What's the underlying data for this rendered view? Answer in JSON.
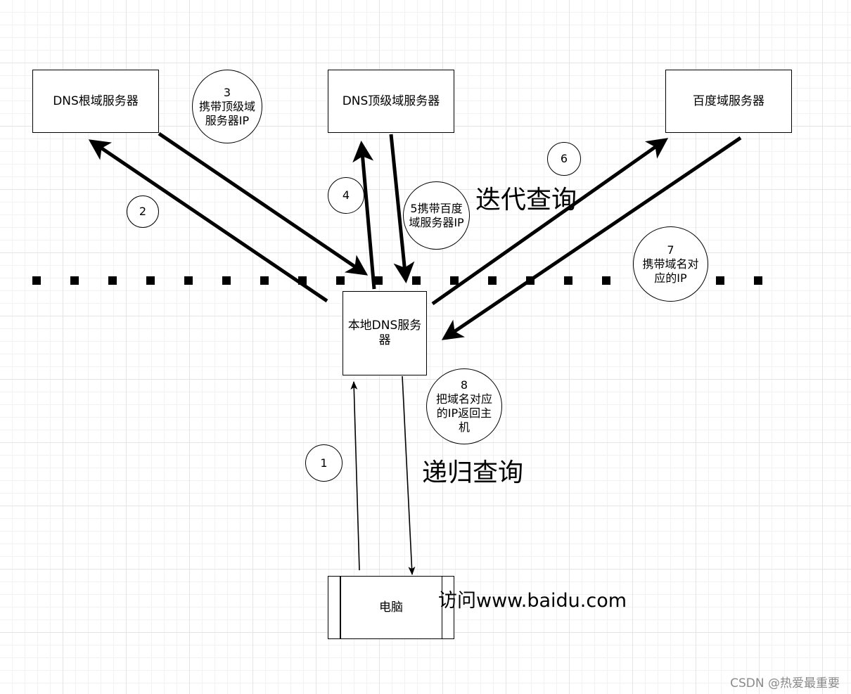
{
  "nodes": {
    "root": "DNS根域服务器",
    "tld": "DNS顶级域服务器",
    "baidu": "百度域服务器",
    "local": "本地DNS服务器",
    "pc": "电脑"
  },
  "steps": {
    "s1": "1",
    "s2": "2",
    "s3": "3\n携带顶级域\n服务器IP",
    "s4": "4",
    "s5": "5携带百度\n域服务器IP",
    "s6": "6",
    "s7": "7\n携带域名对\n应的IP",
    "s8": "8\n把域名对应\n的IP返回主\n机"
  },
  "labels": {
    "iterative": "迭代查询",
    "recursive": "递归查询",
    "visit": "访问www.baidu.com"
  },
  "watermark": "CSDN @热爱最重要"
}
